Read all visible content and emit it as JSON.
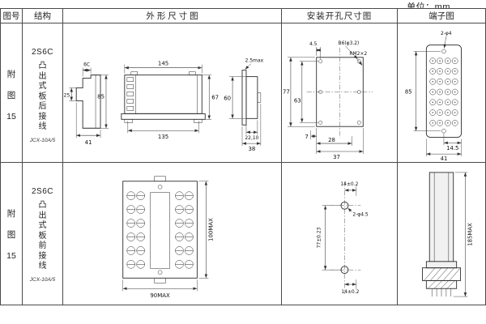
{
  "unit_label": "单位：mm",
  "headers": {
    "fig": "图号",
    "structure": "结构",
    "outline": "外 形 尺 寸 图",
    "install": "安装开孔尺寸图",
    "terminal": "端子图"
  },
  "rows": [
    {
      "fig_label": "附\n图\n15",
      "structure": {
        "model": "2S6C",
        "mount": "凸出式板后接线",
        "type": "JCX-10A/5"
      },
      "outline": {
        "d6c": "6C",
        "d25": "25",
        "d85": "85",
        "d41": "41",
        "d145": "145",
        "d135": "135",
        "d67": "67",
        "d25max": "2.5max",
        "d60": "60",
        "d2210": "22,10",
        "d38": "38"
      },
      "install": {
        "d45": "4.5",
        "holes": "B6(φ3.2)",
        "screw": "RM2×2",
        "d77": "77",
        "d63": "63",
        "d7": "7",
        "d28": "28",
        "d37": "37"
      },
      "terminal": {
        "holes": "2-φ4",
        "d85": "85",
        "d145": "14.5",
        "d41": "41"
      }
    },
    {
      "fig_label": "附\n图\n15",
      "structure": {
        "model": "2S6C",
        "mount": "凸出式板前接线",
        "type": "JCX-10A/5"
      },
      "outline": {
        "w": "90MAX",
        "h": "100MAX"
      },
      "install": {
        "top": "14±0.2",
        "holes": "2-φ4.5",
        "v": "77±0.23",
        "bottom": "14±0.2"
      },
      "terminal": {
        "h": "185MAX"
      }
    }
  ]
}
